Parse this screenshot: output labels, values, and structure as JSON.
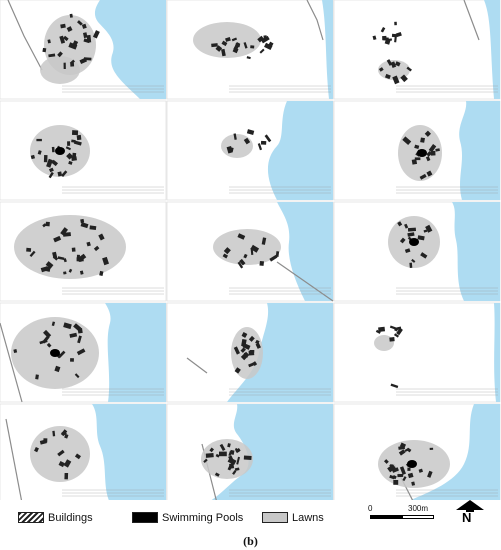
{
  "colors": {
    "water": "#aedcf2",
    "building": "#222222",
    "lawn": "#c8c8c8",
    "pool": "#000000",
    "road": "#8c8c8c",
    "tile_border": "#d8d8d8"
  },
  "legend": {
    "buildings": "Buildings",
    "pools": "Swimming Pools",
    "lawns": "Lawns"
  },
  "scale": {
    "start": "0",
    "end": "300m"
  },
  "north": "N",
  "caption": "(b)"
}
